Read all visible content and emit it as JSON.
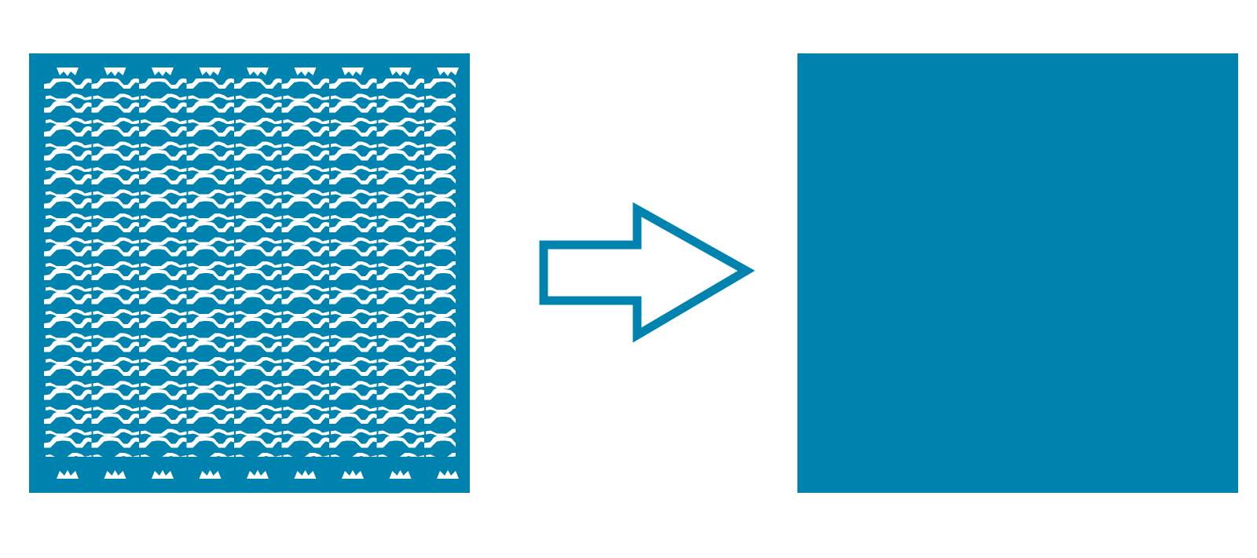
{
  "colors": {
    "background": "#ffffff",
    "primary": "#0083ae",
    "pattern": "#ffffff"
  },
  "diagram": {
    "left_panel": {
      "icon": "perforated-pattern-square",
      "pattern_rows": 16,
      "pattern_motifs_per_row": 9
    },
    "arrow": {
      "icon": "arrow-right-outline-icon"
    },
    "right_panel": {
      "icon": "solid-square"
    }
  }
}
